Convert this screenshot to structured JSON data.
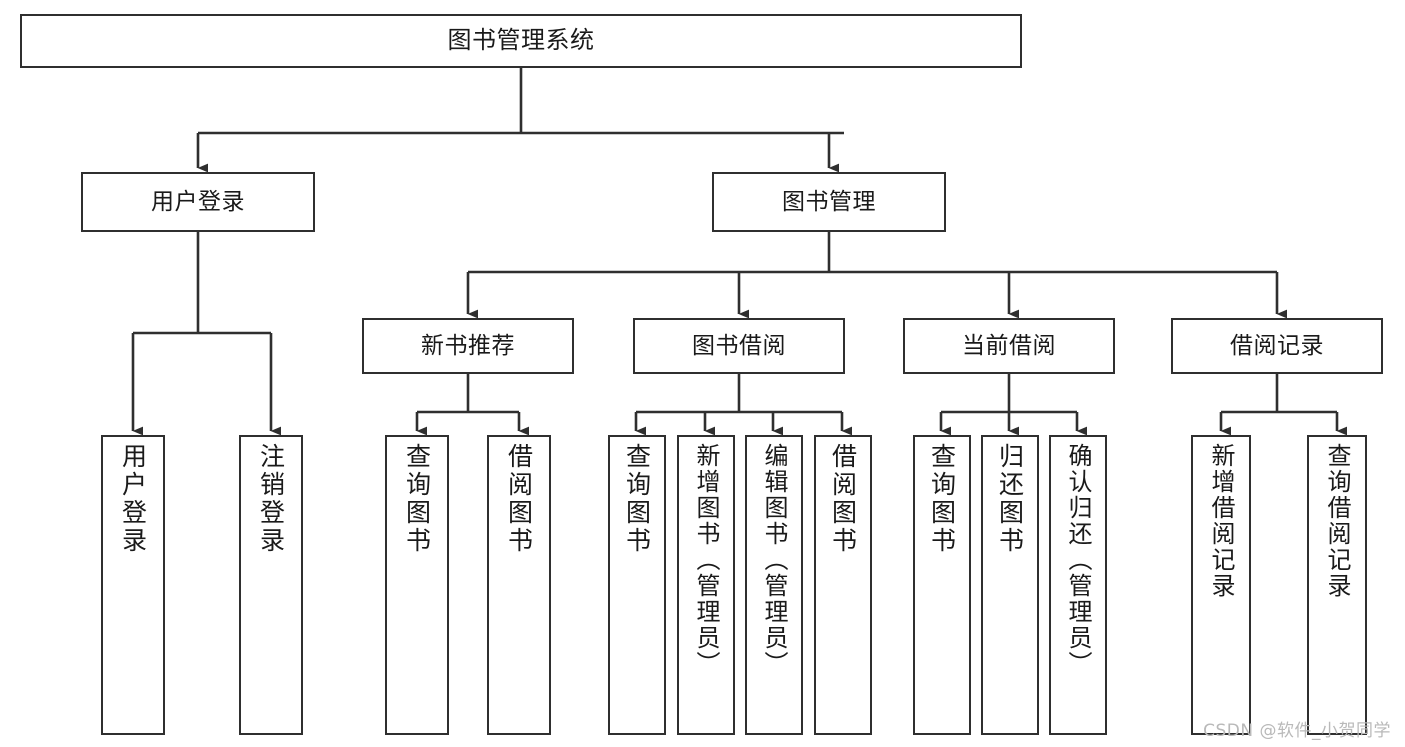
{
  "diagram": {
    "title": "图书管理系统",
    "type": "hierarchy-tree",
    "background_color": "#ffffff",
    "line_color": "#2f2f2f",
    "text_color": "#1a1a1a"
  },
  "nodes": {
    "root": {
      "label": "图书管理系统",
      "level": 1,
      "orientation": "horizontal"
    },
    "level2": [
      {
        "id": "user-login",
        "label": "用户登录",
        "orientation": "horizontal"
      },
      {
        "id": "book-management",
        "label": "图书管理",
        "orientation": "horizontal"
      }
    ],
    "level3": [
      {
        "id": "new-book-recommend",
        "label": "新书推荐",
        "orientation": "horizontal"
      },
      {
        "id": "book-borrow",
        "label": "图书借阅",
        "orientation": "horizontal"
      },
      {
        "id": "current-borrow",
        "label": "当前借阅",
        "orientation": "horizontal"
      },
      {
        "id": "borrow-record",
        "label": "借阅记录",
        "orientation": "horizontal"
      }
    ],
    "leaves": {
      "user_login": [
        {
          "id": "leaf-user-login",
          "label": "用户登录",
          "orientation": "vertical"
        },
        {
          "id": "leaf-user-logout",
          "label": "注销登录",
          "orientation": "vertical"
        }
      ],
      "new_book_recommend": [
        {
          "id": "leaf-query-book-1",
          "label": "查询图书",
          "orientation": "vertical"
        },
        {
          "id": "leaf-borrow-book-1",
          "label": "借阅图书",
          "orientation": "vertical"
        }
      ],
      "book_borrow": [
        {
          "id": "leaf-query-book-2",
          "label": "查询图书",
          "orientation": "vertical"
        },
        {
          "id": "leaf-add-book",
          "label": "新增图书（管理员）",
          "orientation": "vertical"
        },
        {
          "id": "leaf-edit-book",
          "label": "编辑图书（管理员）",
          "orientation": "vertical"
        },
        {
          "id": "leaf-borrow-book-2",
          "label": "借阅图书",
          "orientation": "vertical"
        }
      ],
      "current_borrow": [
        {
          "id": "leaf-query-book-3",
          "label": "查询图书",
          "orientation": "vertical"
        },
        {
          "id": "leaf-return-book",
          "label": "归还图书",
          "orientation": "vertical"
        },
        {
          "id": "leaf-confirm-return",
          "label": "确认归还（管理员）",
          "orientation": "vertical"
        }
      ],
      "borrow_record": [
        {
          "id": "leaf-add-record",
          "label": "新增借阅记录",
          "orientation": "vertical"
        },
        {
          "id": "leaf-query-record",
          "label": "查询借阅记录",
          "orientation": "vertical"
        }
      ]
    }
  },
  "watermark": {
    "text": "CSDN @软件_小贺同学"
  }
}
